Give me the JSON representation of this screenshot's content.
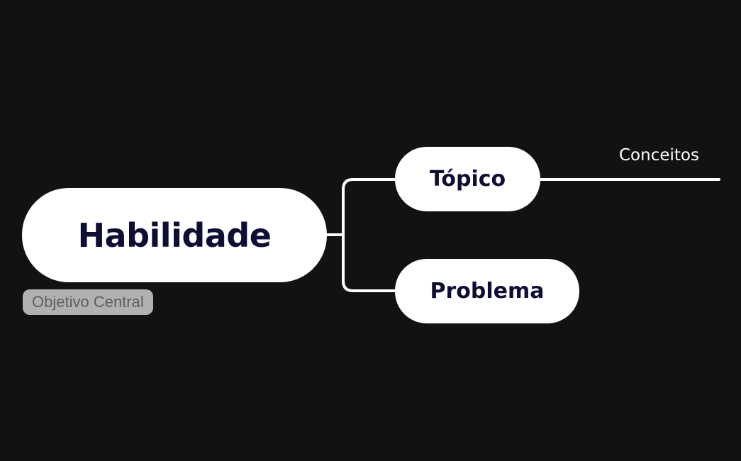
{
  "colors": {
    "background": "#121212",
    "node_fill": "#ffffff",
    "node_text": "#0e0d33",
    "connector": "#ffffff",
    "tag_fill": "#b1b1b1",
    "tag_text": "#5f5f5f",
    "subtopic_text": "#ffffff"
  },
  "central": {
    "label": "Habilidade",
    "tag": "Objetivo Central"
  },
  "topics": [
    {
      "label": "Tópico"
    },
    {
      "label": "Problema"
    }
  ],
  "subtopics": [
    {
      "label": "Conceitos"
    }
  ]
}
